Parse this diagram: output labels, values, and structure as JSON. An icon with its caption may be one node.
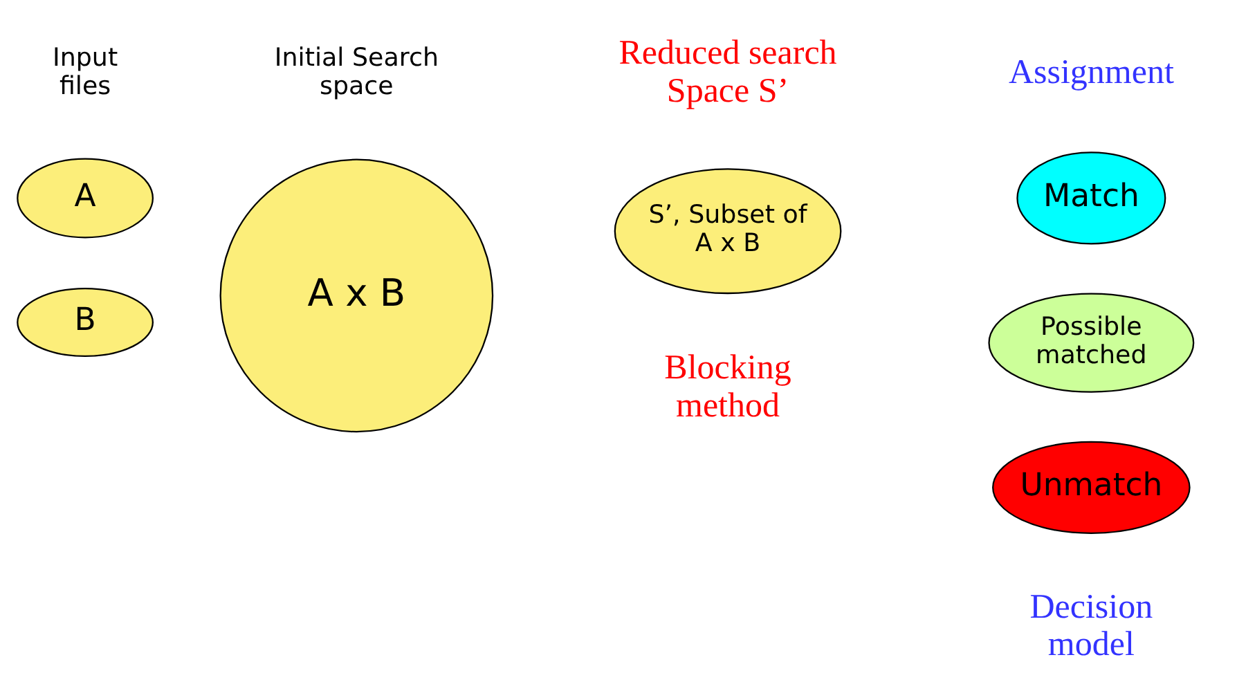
{
  "diagram": {
    "nodes": [
      {
        "text": [
          "A"
        ]
      },
      {
        "text": [
          "B"
        ]
      },
      {
        "text": [
          "A x B"
        ]
      },
      {
        "text": [
          "S’, Subset of A x B"
        ]
      },
      {
        "text": [
          "Match"
        ]
      },
      {
        "text": [
          "Possible matched"
        ]
      },
      {
        "text": [
          "Unmatch"
        ]
      }
    ],
    "edges": [],
    "labels": [
      "Assignment",
      "Input files",
      "Initial Search space",
      "Reduced search Space S’",
      "Blocking method",
      "Decision model"
    ]
  }
}
